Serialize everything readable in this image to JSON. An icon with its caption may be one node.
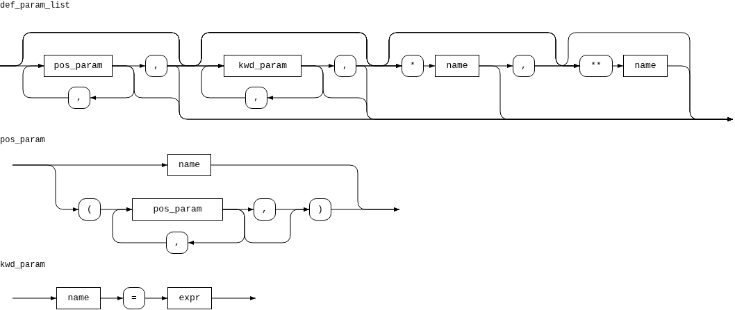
{
  "diagram": {
    "nodes": [
      {
        "text": [
          "pos_param"
        ]
      },
      {
        "text": [
          ","
        ]
      },
      {
        "text": [
          ","
        ]
      },
      {
        "text": [
          "kwd_param"
        ]
      },
      {
        "text": [
          ","
        ]
      },
      {
        "text": [
          ","
        ]
      },
      {
        "text": [
          "*"
        ]
      },
      {
        "text": [
          "name"
        ]
      },
      {
        "text": [
          ","
        ]
      },
      {
        "text": [
          "**"
        ]
      },
      {
        "text": [
          "name"
        ]
      },
      {
        "text": [
          "name"
        ]
      },
      {
        "text": [
          "("
        ]
      },
      {
        "text": [
          "pos_param"
        ]
      },
      {
        "text": [
          ","
        ]
      },
      {
        "text": [
          ")"
        ]
      },
      {
        "text": [
          ","
        ]
      },
      {
        "text": [
          "name"
        ]
      },
      {
        "text": [
          "="
        ]
      },
      {
        "text": [
          "expr"
        ]
      }
    ],
    "edges": [
      {
        "from": null,
        "to": 0,
        "arrow": "to"
      },
      {
        "from": 0,
        "to": 1,
        "arrow": "to"
      },
      {
        "from": 0,
        "to": 2,
        "arrow": "to"
      },
      {
        "from": 2,
        "to": 0,
        "arrow": "to"
      },
      {
        "from": 0,
        "to": null,
        "arrow": "to"
      },
      {
        "from": null,
        "to": 3,
        "arrow": "to"
      },
      {
        "from": 1,
        "to": 3,
        "arrow": "to"
      },
      {
        "from": 1,
        "to": null,
        "arrow": "to"
      },
      {
        "from": 3,
        "to": 4,
        "arrow": "to"
      },
      {
        "from": 3,
        "to": 5,
        "arrow": "to"
      },
      {
        "from": 5,
        "to": 3,
        "arrow": "to"
      },
      {
        "from": 3,
        "to": null,
        "arrow": "to"
      },
      {
        "from": null,
        "to": 6,
        "arrow": "to"
      },
      {
        "from": 1,
        "to": 6,
        "arrow": "to"
      },
      {
        "from": 4,
        "to": 6,
        "arrow": "to"
      },
      {
        "from": null,
        "to": 9,
        "arrow": "to"
      },
      {
        "from": 1,
        "to": 9,
        "arrow": "to"
      },
      {
        "from": 4,
        "to": 9,
        "arrow": "to"
      },
      {
        "from": 4,
        "to": null,
        "arrow": "to"
      },
      {
        "from": 6,
        "to": 7,
        "arrow": "to"
      },
      {
        "from": 7,
        "to": 8,
        "arrow": "to"
      },
      {
        "from": 7,
        "to": null,
        "arrow": "to"
      },
      {
        "from": 8,
        "to": 9,
        "arrow": "to"
      },
      {
        "from": 8,
        "to": null,
        "arrow": "to"
      },
      {
        "from": 9,
        "to": 10,
        "arrow": "to"
      },
      {
        "from": 10,
        "to": null,
        "arrow": "to"
      },
      {
        "from": null,
        "to": 11,
        "arrow": "to"
      },
      {
        "from": null,
        "to": 12,
        "arrow": "to"
      },
      {
        "from": 11,
        "to": null,
        "arrow": "to"
      },
      {
        "from": 12,
        "to": 13,
        "arrow": "to"
      },
      {
        "from": 13,
        "to": 14,
        "arrow": "to"
      },
      {
        "from": 13,
        "to": 16,
        "arrow": "to"
      },
      {
        "from": 16,
        "to": 13,
        "arrow": "to"
      },
      {
        "from": 14,
        "to": 15,
        "arrow": "to"
      },
      {
        "from": 13,
        "to": 15,
        "arrow": "to"
      },
      {
        "from": 15,
        "to": null,
        "arrow": "to"
      },
      {
        "from": null,
        "to": 17,
        "arrow": "to"
      },
      {
        "from": 17,
        "to": 18,
        "arrow": "to"
      },
      {
        "from": 18,
        "to": 19,
        "arrow": "to"
      },
      {
        "from": 19,
        "to": null,
        "arrow": "to"
      }
    ],
    "labels": [
      "def_param_list",
      "pos_param",
      "kwd_param"
    ]
  }
}
